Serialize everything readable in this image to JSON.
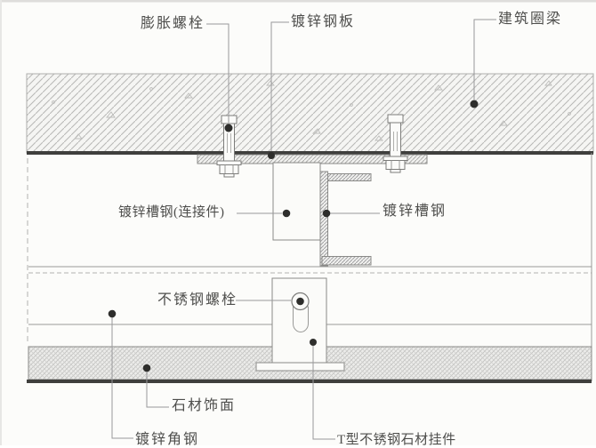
{
  "diagram": {
    "kind": "stone-curtain-wall-section-detail",
    "labels": {
      "expansion_bolt": "膨胀螺栓",
      "galvanized_steel_plate": "镀锌钢板",
      "building_ring_beam": "建筑圈梁",
      "galvanized_channel_connector": "镀锌槽钢(连接件)",
      "galvanized_channel": "镀锌槽钢",
      "stainless_steel_bolt": "不锈钢螺栓",
      "stone_veneer": "石材饰面",
      "galvanized_angle_steel": "镀锌角钢",
      "t_type_stone_hanger": "T型不锈钢石材挂件"
    },
    "colors": {
      "background": "#fcfcfa",
      "heavy_line": "#3f3f3d",
      "mid_line": "#8a8a88",
      "light_line": "#a6a6a4",
      "hatch": "#b8b8b6",
      "stone_fill": "#e9e9e6",
      "text": "#4e4e4c",
      "dot": "#2e2e2c"
    }
  }
}
